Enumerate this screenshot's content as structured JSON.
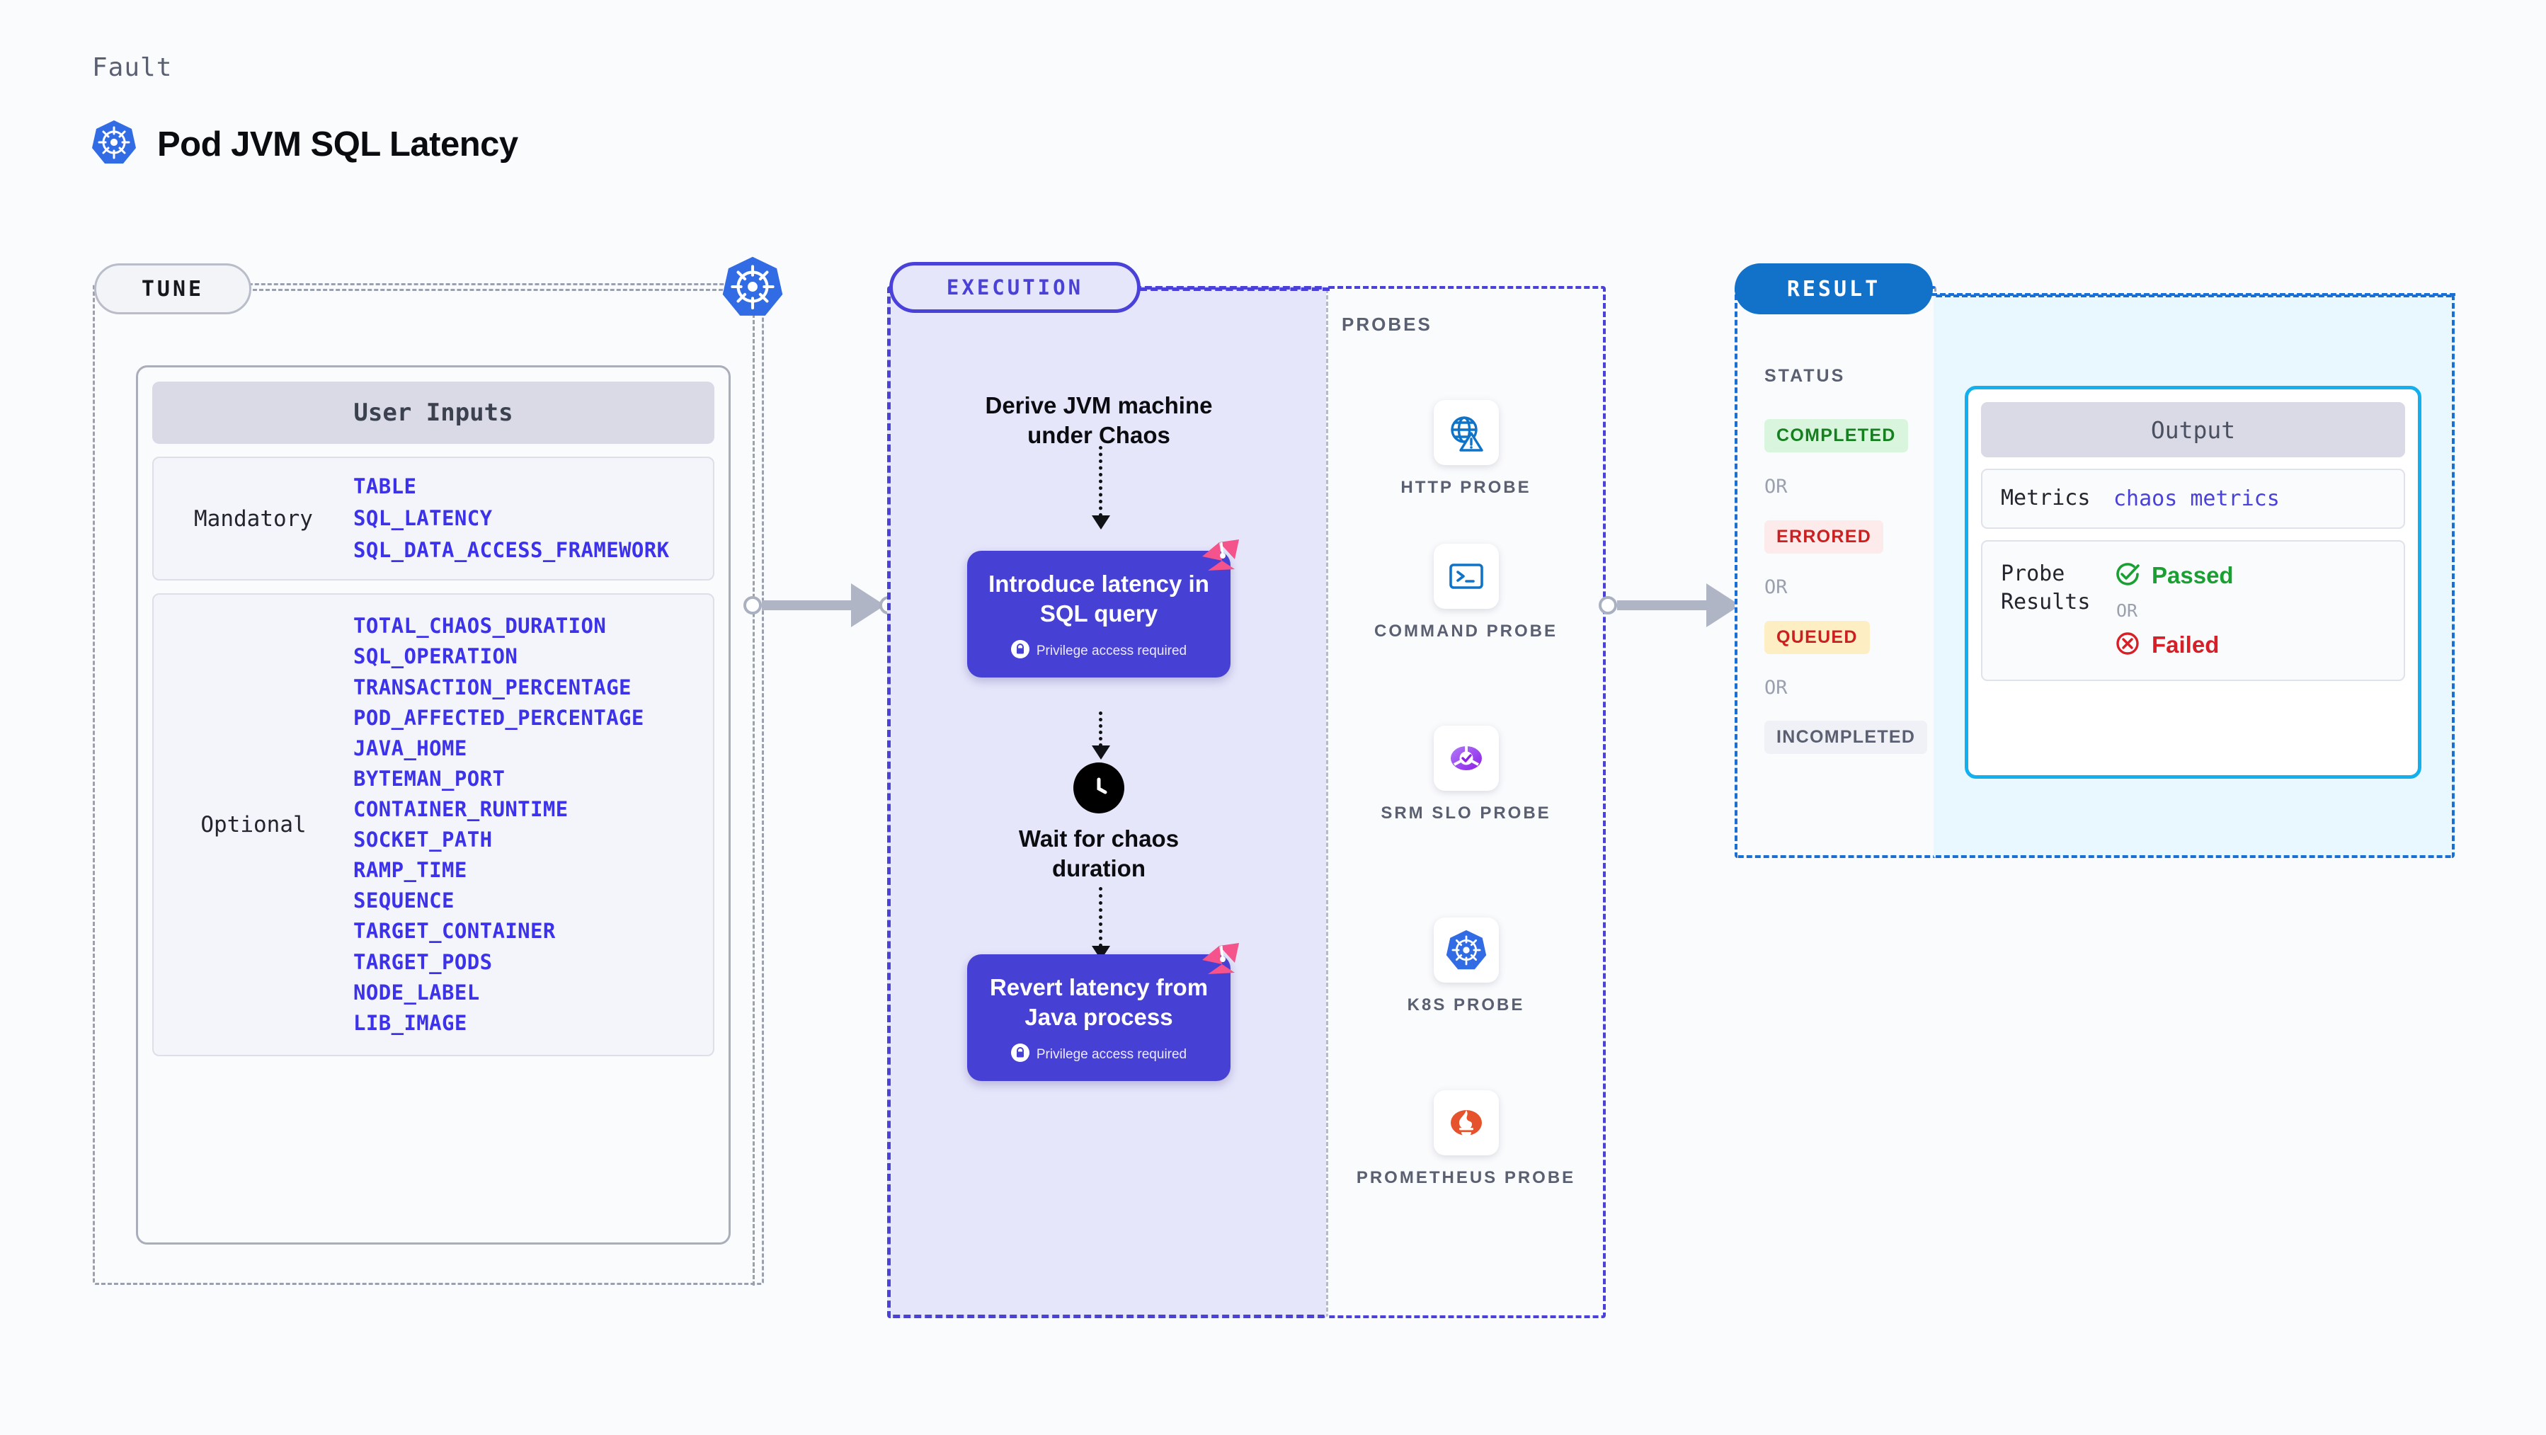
{
  "header": {
    "eyebrow": "Fault",
    "title": "Pod JVM SQL Latency",
    "icon": "kubernetes-icon"
  },
  "tune": {
    "badge": "TUNE",
    "node_icon": "kubernetes-icon",
    "user_inputs_title": "User Inputs",
    "groups": [
      {
        "label": "Mandatory",
        "items": [
          "TABLE",
          "SQL_LATENCY",
          "SQL_DATA_ACCESS_FRAMEWORK"
        ]
      },
      {
        "label": "Optional",
        "items": [
          "TOTAL_CHAOS_DURATION",
          "SQL_OPERATION",
          "TRANSACTION_PERCENTAGE",
          "POD_AFFECTED_PERCENTAGE",
          "JAVA_HOME",
          "BYTEMAN_PORT",
          "CONTAINER_RUNTIME",
          "SOCKET_PATH",
          "RAMP_TIME",
          "SEQUENCE",
          "TARGET_CONTAINER",
          "TARGET_PODS",
          "NODE_LABEL",
          "LIB_IMAGE"
        ]
      }
    ]
  },
  "execution": {
    "badge": "EXECUTION",
    "step1_text": "Derive JVM machine\nunder Chaos",
    "box1_title": "Introduce latency in\nSQL query",
    "box1_note": "Privilege access required",
    "wait_text": "Wait for chaos\nduration",
    "wait_icon": "clock-icon",
    "box2_title": "Revert latency from\nJava process",
    "box2_note": "Privilege access required",
    "lock_icon": "lock-icon",
    "corner_icon": "litmus-chaos-icon"
  },
  "probes": {
    "label": "PROBES",
    "items": [
      {
        "name": "HTTP PROBE",
        "icon": "globe-warning-icon"
      },
      {
        "name": "COMMAND PROBE",
        "icon": "terminal-icon"
      },
      {
        "name": "SRM SLO PROBE",
        "icon": "srm-slo-icon"
      },
      {
        "name": "K8S PROBE",
        "icon": "kubernetes-icon"
      },
      {
        "name": "PROMETHEUS PROBE",
        "icon": "prometheus-icon"
      }
    ]
  },
  "result": {
    "badge": "RESULT",
    "status_label": "STATUS",
    "or_label": "OR",
    "statuses": [
      {
        "label": "COMPLETED",
        "bg": "#d9f5dd",
        "fg": "#15801f"
      },
      {
        "label": "ERRORED",
        "bg": "#fdeaea",
        "fg": "#cc2020"
      },
      {
        "label": "QUEUED",
        "bg": "#fdeec3",
        "fg": "#cc2020"
      },
      {
        "label": "INCOMPLETED",
        "bg": "#f0f1f6",
        "fg": "#5a6072"
      }
    ],
    "output": {
      "title": "Output",
      "metrics_label": "Metrics",
      "metrics_value": "chaos metrics",
      "probe_results_label": "Probe\nResults",
      "passed_label": "Passed",
      "failed_label": "Failed",
      "or_label": "OR",
      "passed_icon": "check-circle-icon",
      "failed_icon": "x-circle-icon"
    }
  },
  "colors": {
    "purple": "#4740d4",
    "purple_border": "#4a41d8",
    "k8s_blue": "#326ce5",
    "result_blue": "#1271c9",
    "cyan": "#12b0ec",
    "pink": "#f5538c",
    "green": "#1aa032",
    "red": "#d71f28",
    "link_blue": "#3c32ea"
  }
}
